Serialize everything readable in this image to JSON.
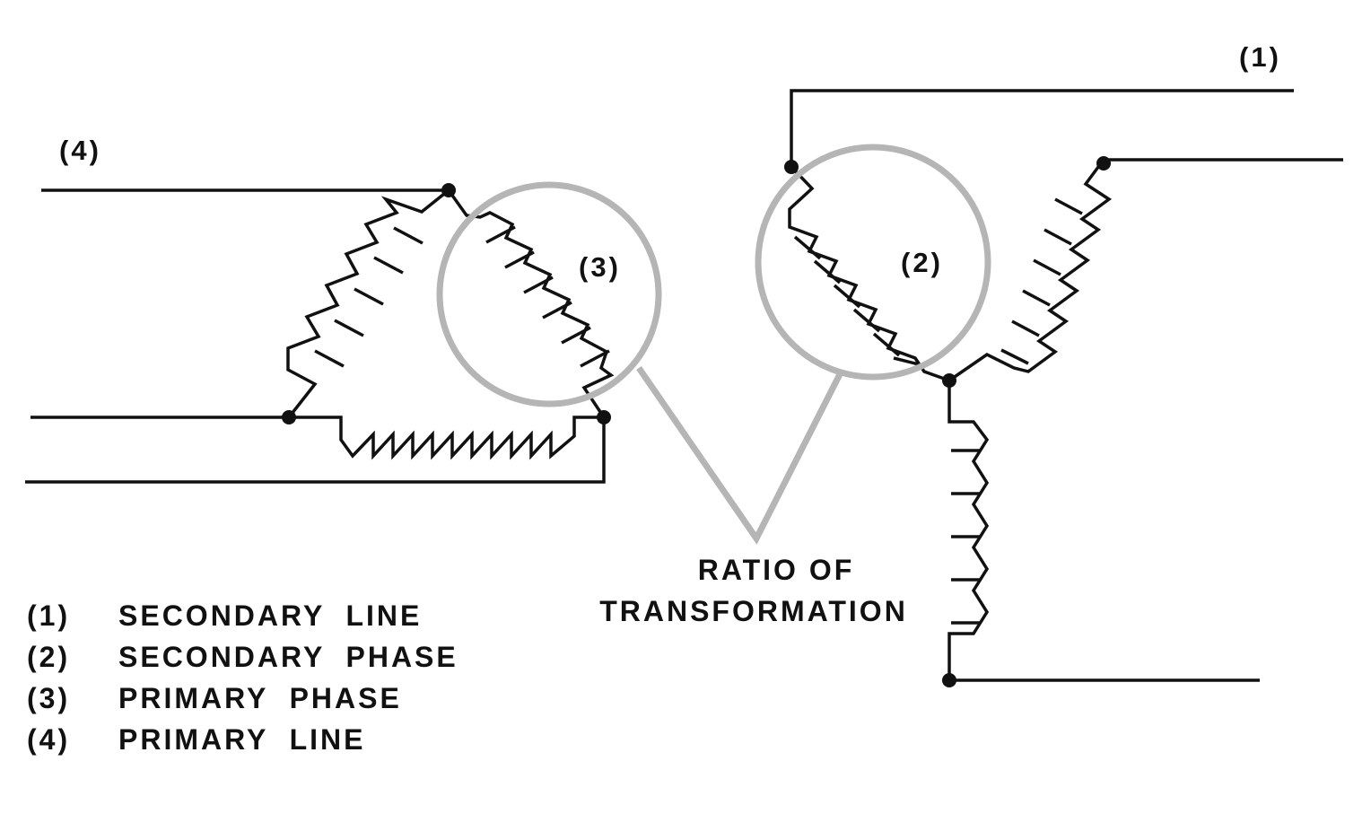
{
  "diagram": {
    "callouts": {
      "c1": "(1)",
      "c2": "(2)",
      "c3": "(3)",
      "c4": "(4)"
    },
    "ratio_label": {
      "line1": "RATIO OF",
      "line2": "TRANSFORMATION"
    },
    "legend": [
      {
        "num": "(1)",
        "text": "SECONDARY  LINE"
      },
      {
        "num": "(2)",
        "text": "SECONDARY  PHASE"
      },
      {
        "num": "(3)",
        "text": "PRIMARY  PHASE"
      },
      {
        "num": "(4)",
        "text": "PRIMARY  LINE"
      }
    ],
    "colors": {
      "ink": "#111111",
      "callout_stroke": "#b5b5b5"
    }
  }
}
